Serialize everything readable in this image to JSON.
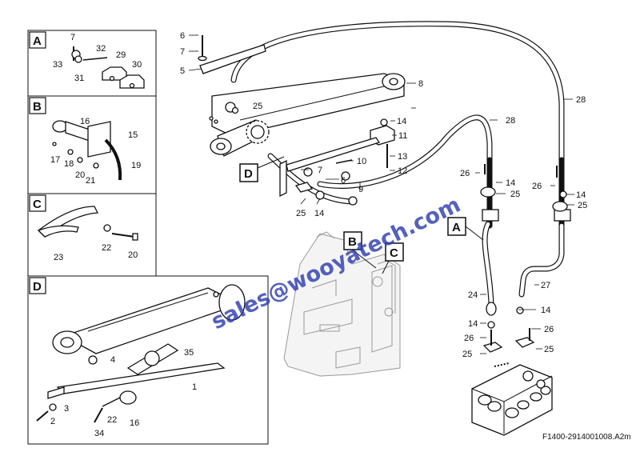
{
  "callouts": {
    "p6": "6",
    "p7": "7",
    "p5": "5",
    "p8": "8",
    "p25a": "25",
    "p14a": "14",
    "p11": "11",
    "p13": "13",
    "p12": "12",
    "p10": "10",
    "p7b": "7",
    "p6b": "6",
    "p9": "9",
    "p25b": "25",
    "p14b": "14",
    "p28a": "28",
    "p28b": "28",
    "p26a": "26",
    "p14c": "14",
    "p25c": "25",
    "p26b": "26",
    "p14d": "14",
    "p25d": "25",
    "p24": "24",
    "p27": "27",
    "p14e": "14",
    "p14f": "14",
    "p26c": "26",
    "p26d": "26",
    "p25e": "25",
    "p25f": "25"
  },
  "panels": {
    "A": {
      "label": "A",
      "callouts": {
        "c7": "7",
        "c32": "32",
        "c29": "29",
        "c30": "30",
        "c33": "33",
        "c31": "31"
      }
    },
    "B": {
      "label": "B",
      "callouts": {
        "c16": "16",
        "c15": "15",
        "c17": "17",
        "c18": "18",
        "c19": "19",
        "c20": "20",
        "c21": "21"
      }
    },
    "C": {
      "label": "C",
      "callouts": {
        "c23": "23",
        "c22": "22",
        "c20": "20"
      }
    },
    "D": {
      "label": "D",
      "callouts": {
        "c4": "4",
        "c35": "35",
        "c1": "1",
        "c3": "3",
        "c2": "2",
        "c22": "22",
        "c16": "16",
        "c34": "34"
      }
    }
  },
  "markers": {
    "D": "D",
    "A": "A",
    "B": "B",
    "C": "C"
  },
  "watermark": "sales@wooyatech.com",
  "footer_code": "F1400-2914001008.A2m"
}
